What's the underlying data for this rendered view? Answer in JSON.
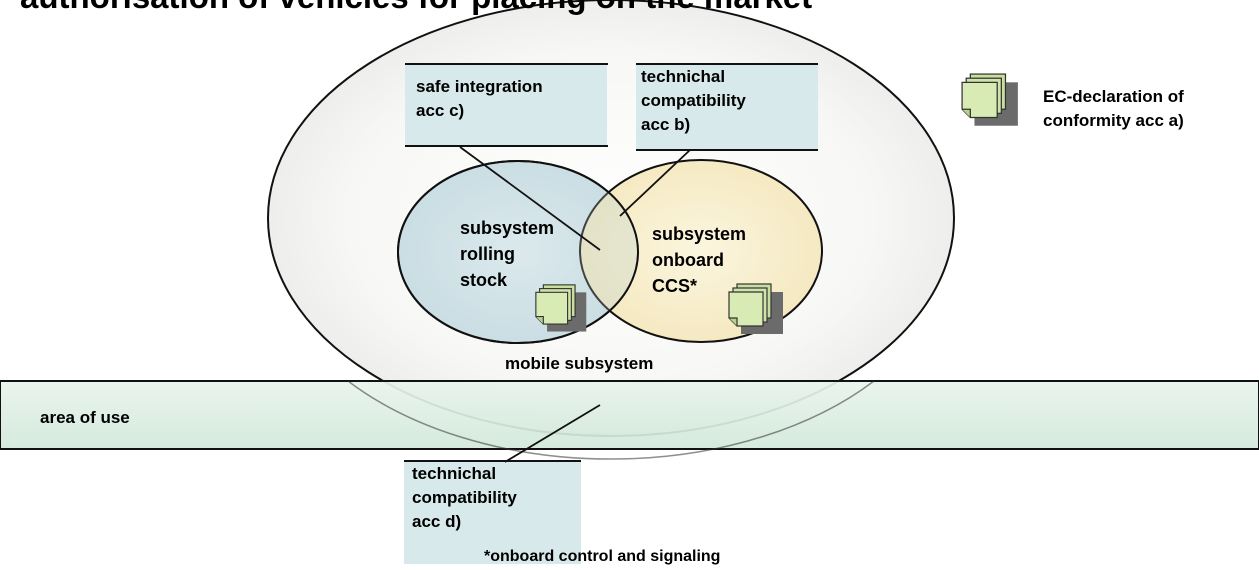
{
  "title": "authorisation of vehicles for placing on the market",
  "boxes": {
    "safe_integration": "safe integration\nacc c)",
    "technical_compatibility_b": "technichal\ncompatibility\nacc b)",
    "technical_compatibility_d": "technichal\ncompatibility\nacc d)"
  },
  "subsystems": {
    "rolling_stock": "subsystem\nrolling\nstock",
    "onboard_ccs": "subsystem\nonboard\nCCS*",
    "mobile": "mobile subsystem"
  },
  "area_of_use": "area of use",
  "ec_declaration": "EC-declaration of\nconformity acc a)",
  "footnote": "*onboard control and signaling",
  "icons": [
    "document-stack-icon",
    "document-stack-icon",
    "document-stack-icon"
  ],
  "colors": {
    "box_fill": "#d7e9ea",
    "rolling_stock_fill": "#d4e5ea",
    "onboard_fill": "#f9efc9",
    "mobile_fill": "#f6f6f4",
    "area_fill": "#d9ece1",
    "document_fill": "#d8ebb4"
  }
}
